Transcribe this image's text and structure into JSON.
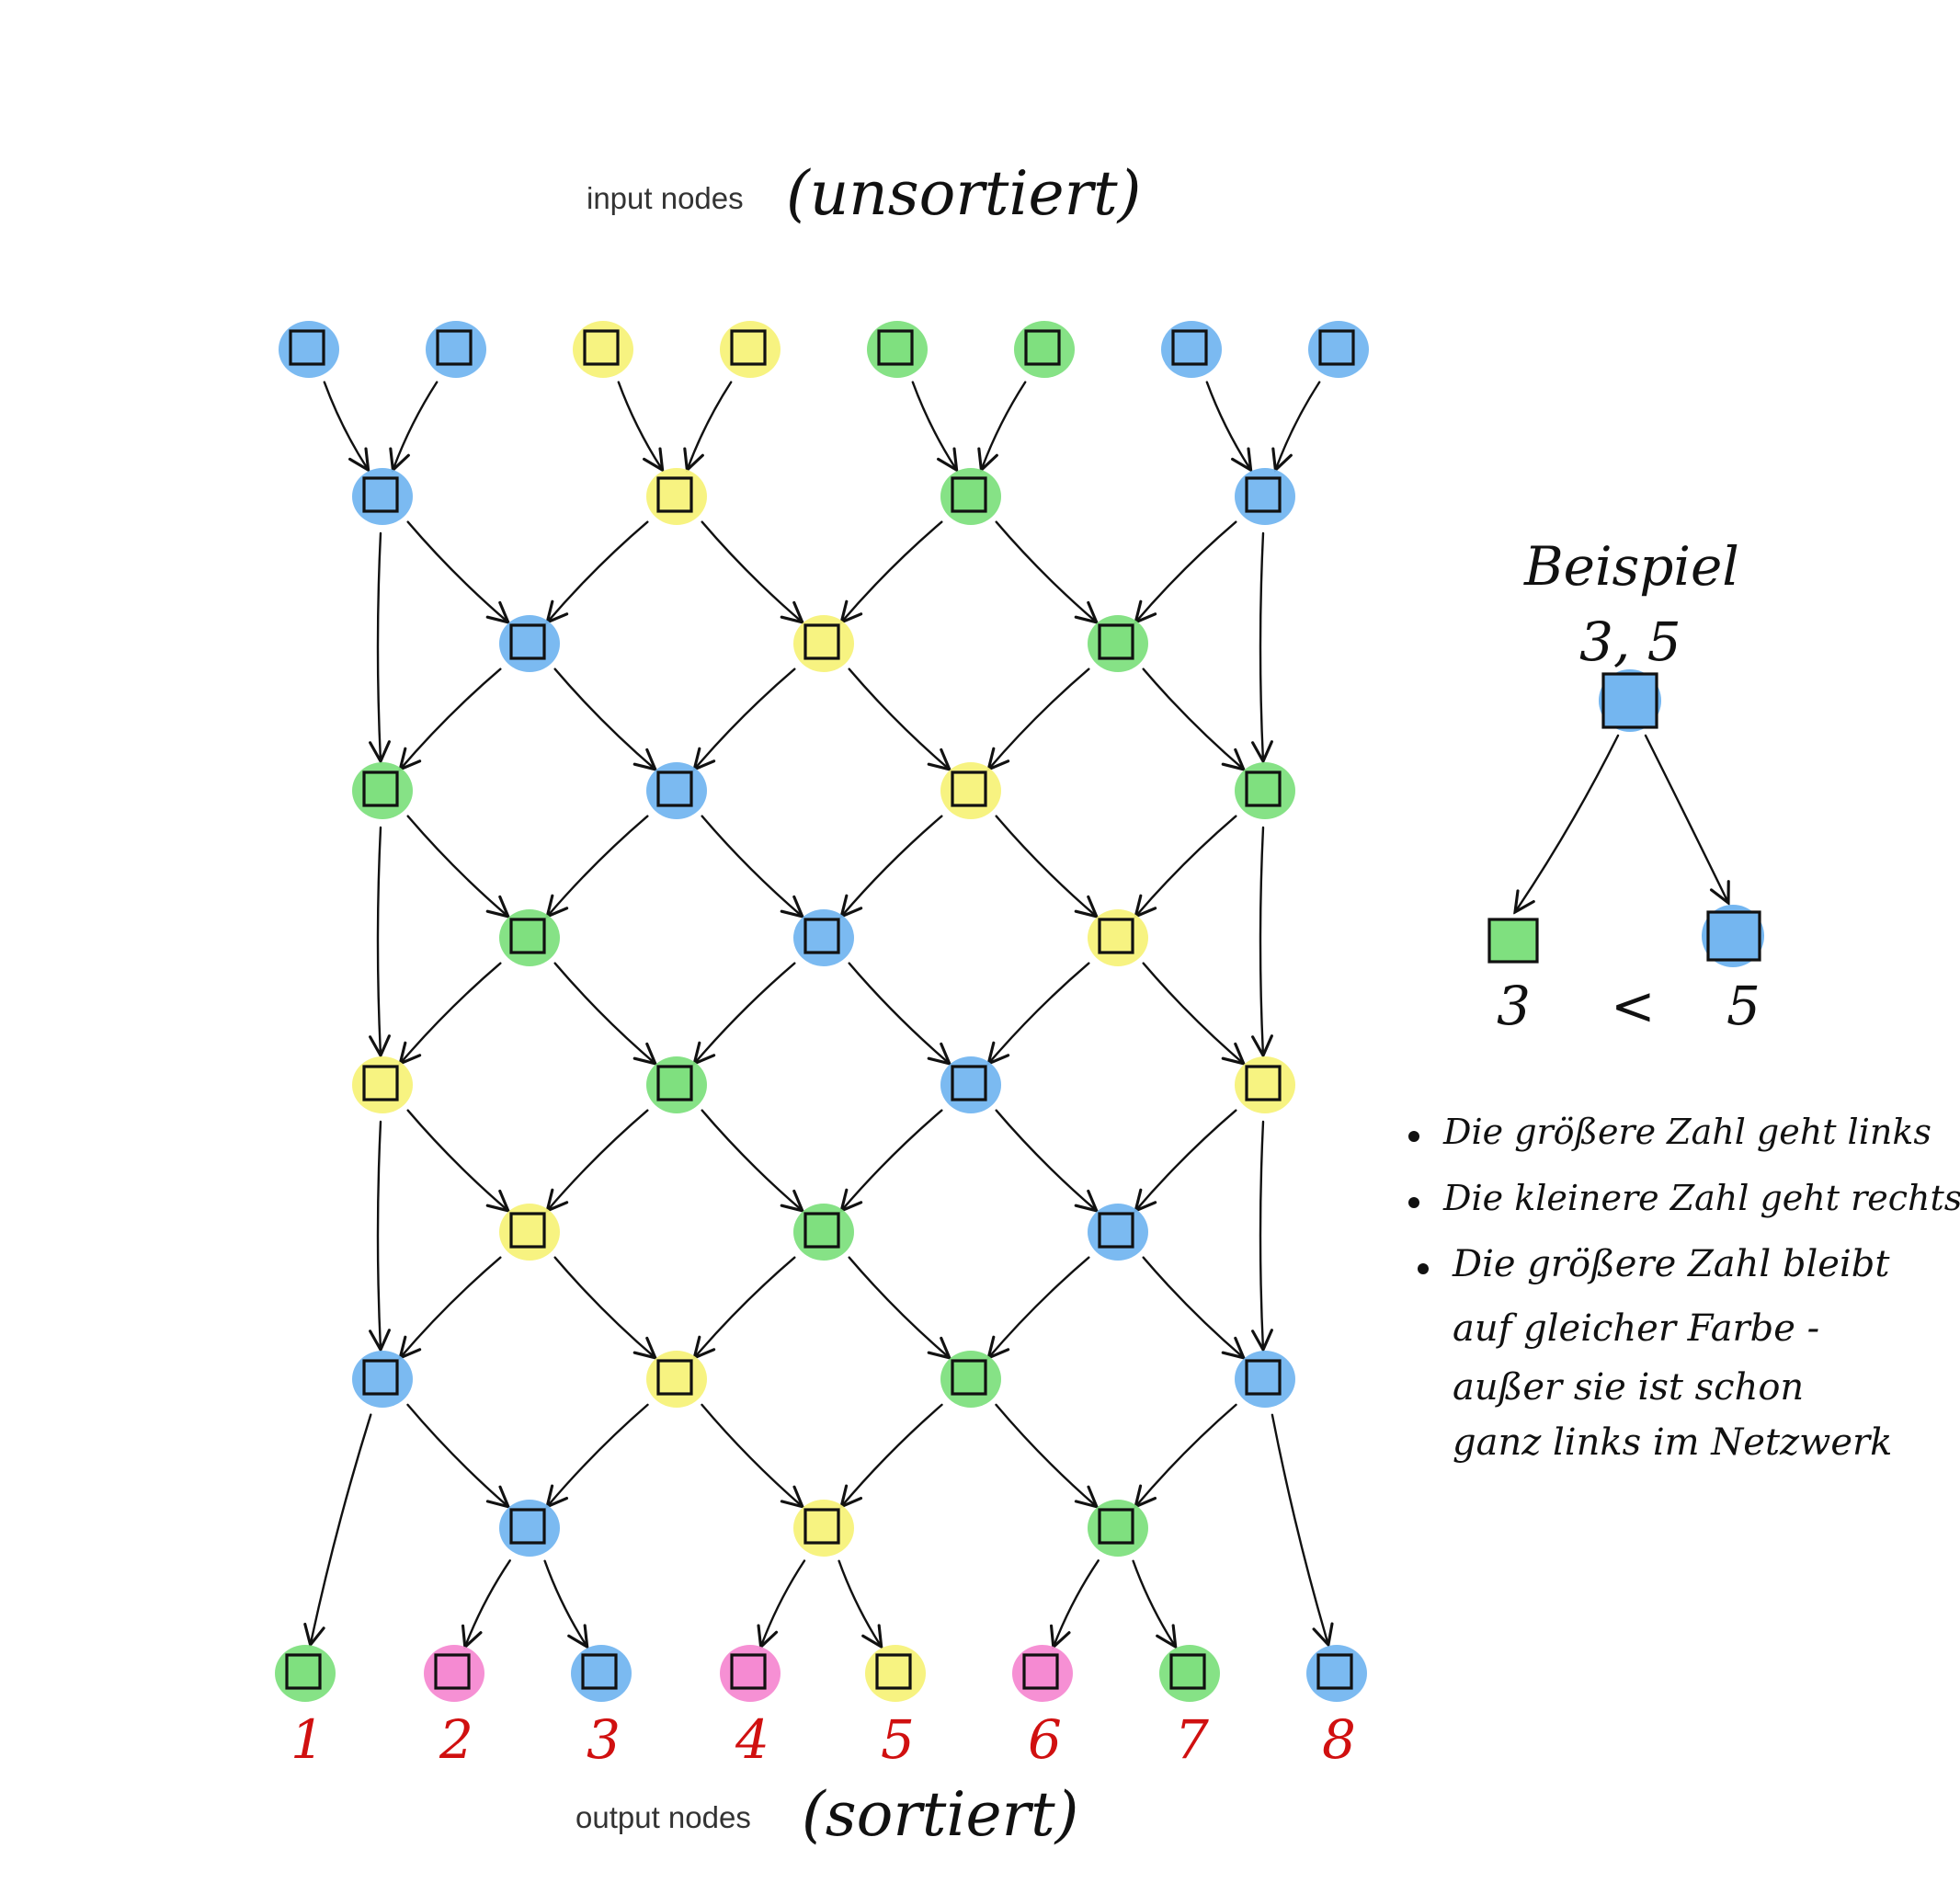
{
  "header": {
    "input_label": "input nodes",
    "input_note": "(unsortiert)"
  },
  "footer": {
    "output_label": "output nodes",
    "output_note": "(sortiert)"
  },
  "colors": {
    "blue": "#74b6f0",
    "yellow": "#f7f27a",
    "green": "#7fe07f",
    "pink": "#f58ad2",
    "box_green": "#7fe07f",
    "box_pink": "#f58ad2",
    "red_text": "#d01010"
  },
  "network": {
    "input_colors": [
      "blue",
      "blue",
      "yellow",
      "yellow",
      "green",
      "green",
      "blue",
      "blue"
    ],
    "rows": [
      [
        "blue",
        "yellow",
        "green",
        "blue"
      ],
      [
        "blue",
        "yellow",
        "green"
      ],
      [
        "green",
        "blue",
        "yellow",
        "green"
      ],
      [
        "green",
        "blue",
        "yellow"
      ],
      [
        "yellow",
        "green",
        "blue",
        "yellow"
      ],
      [
        "yellow",
        "green",
        "blue"
      ],
      [
        "blue",
        "yellow",
        "green",
        "blue"
      ],
      [
        "blue",
        "yellow",
        "green"
      ]
    ],
    "output_colors": [
      "green",
      "pink",
      "blue",
      "pink",
      "yellow",
      "pink",
      "green",
      "blue"
    ],
    "output_numbers": [
      "1",
      "2",
      "3",
      "4",
      "5",
      "6",
      "7",
      "8"
    ]
  },
  "example": {
    "title": "Beispiel",
    "input_values": "3, 5",
    "left_value": "3",
    "comparison": "<",
    "right_value": "5"
  },
  "notes": [
    "Die größere Zahl geht links",
    "Die kleinere Zahl geht rechts",
    "Die größere Zahl bleibt",
    "auf gleicher Farbe -",
    "außer sie ist schon",
    "ganz links im Netzwerk"
  ]
}
